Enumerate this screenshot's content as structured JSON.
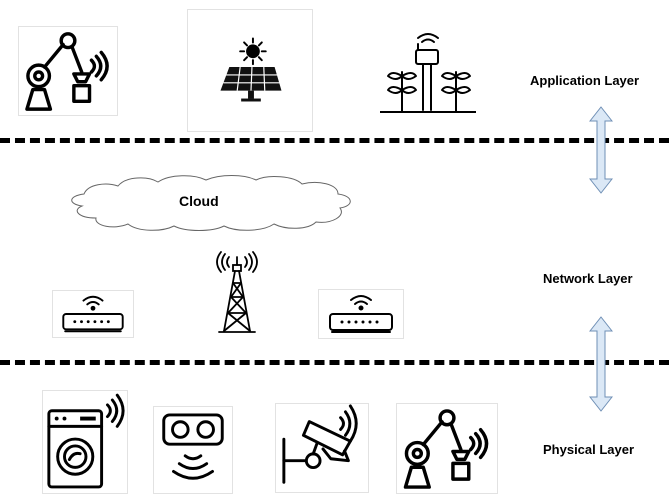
{
  "layers": {
    "application": "Application Layer",
    "network": "Network Layer",
    "physical": "Physical Layer"
  },
  "cloud": {
    "label": "Cloud"
  },
  "colors": {
    "arrow_fill": "#dbe8f6",
    "arrow_stroke": "#6f8fb5",
    "line": "#000000"
  },
  "icons": {
    "application": [
      "robot-arm-icon",
      "solar-panel-icon",
      "smart-farm-sensor-icon"
    ],
    "network": [
      "router-icon",
      "cell-tower-icon",
      "router-icon"
    ],
    "physical": [
      "washing-machine-icon",
      "proximity-sensor-icon",
      "security-camera-icon",
      "robot-arm-icon"
    ]
  }
}
